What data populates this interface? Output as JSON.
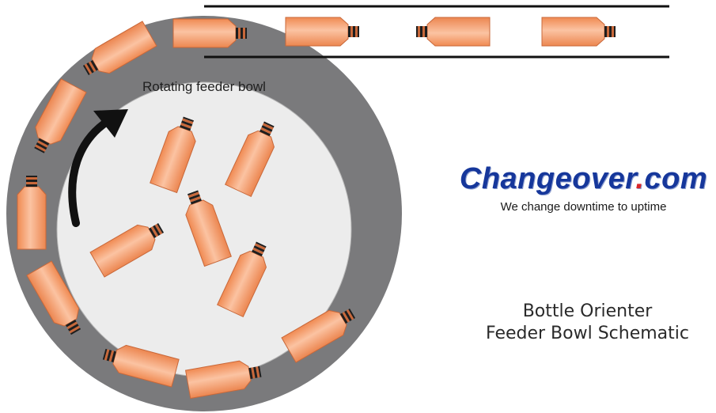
{
  "diagram": {
    "bowl_label": "Rotating feeder bowl",
    "caption_line1": "Bottle Orienter",
    "caption_line2": "Feeder Bowl Schematic"
  },
  "logo": {
    "name": "Changeover",
    "domain_suffix": "com",
    "dot": ".",
    "tagline": "We change downtime to uptime"
  },
  "colors": {
    "bottle": "#f4a477",
    "bottle_edge": "#c8683a",
    "cap": "#2b2b2b",
    "bowl_outer": "#7a7a7c",
    "bowl_inner": "#ececec",
    "arrow": "#111111",
    "logo_blue": "#16379b",
    "logo_red": "#d9262a"
  }
}
